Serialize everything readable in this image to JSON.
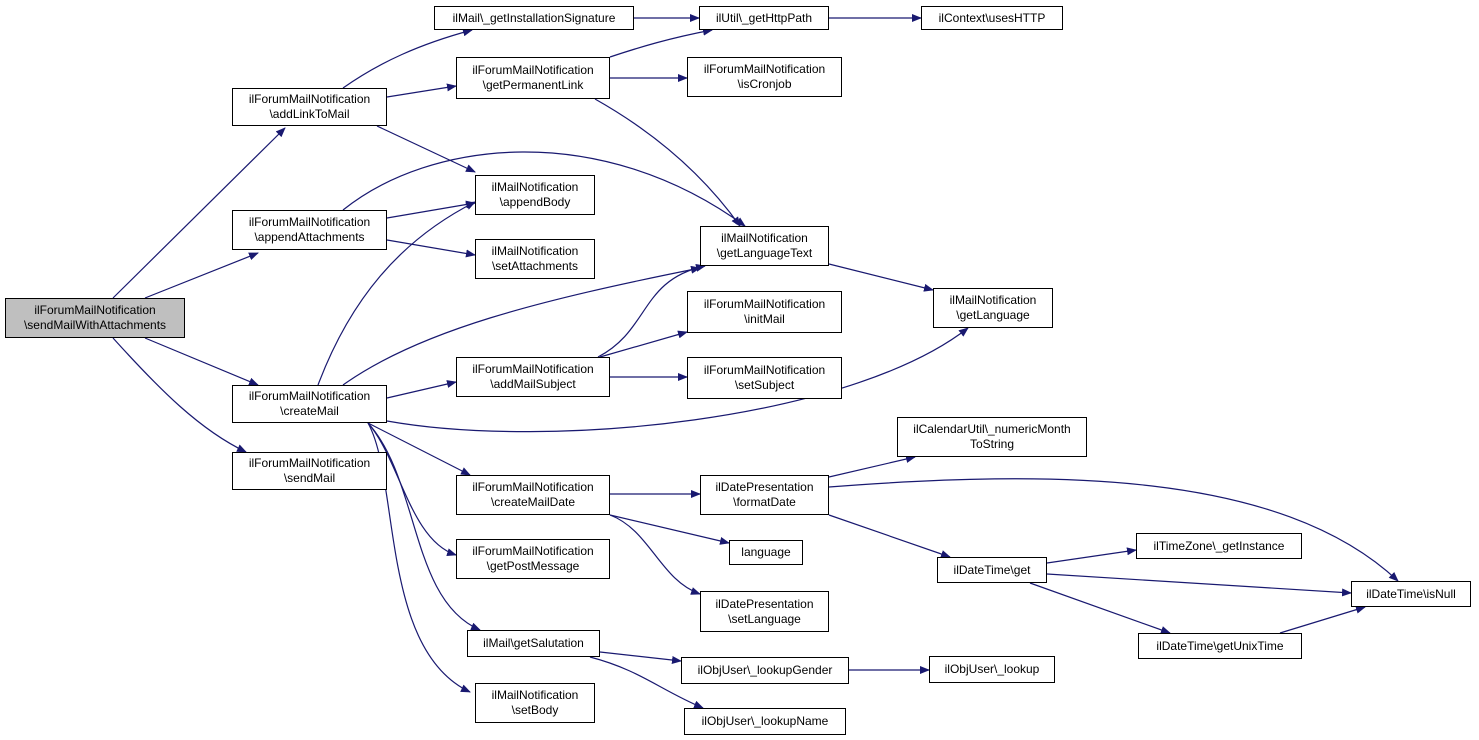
{
  "graph": {
    "nodes": [
      {
        "id": "root",
        "lines": [
          "ilForumMailNotification",
          "\\sendMailWithAttachments"
        ],
        "highlight": true
      },
      {
        "id": "addLinkToMail",
        "lines": [
          "ilForumMailNotification",
          "\\addLinkToMail"
        ]
      },
      {
        "id": "appendAttachments",
        "lines": [
          "ilForumMailNotification",
          "\\appendAttachments"
        ]
      },
      {
        "id": "createMail",
        "lines": [
          "ilForumMailNotification",
          "\\createMail"
        ]
      },
      {
        "id": "sendMail",
        "lines": [
          "ilForumMailNotification",
          "\\sendMail"
        ]
      },
      {
        "id": "getInstallationSignature",
        "lines": [
          "ilMail\\_getInstallationSignature"
        ]
      },
      {
        "id": "getPermanentLink",
        "lines": [
          "ilForumMailNotification",
          "\\getPermanentLink"
        ]
      },
      {
        "id": "appendBody",
        "lines": [
          "ilMailNotification",
          "\\appendBody"
        ]
      },
      {
        "id": "setAttachments",
        "lines": [
          "ilMailNotification",
          "\\setAttachments"
        ]
      },
      {
        "id": "addMailSubject",
        "lines": [
          "ilForumMailNotification",
          "\\addMailSubject"
        ]
      },
      {
        "id": "createMailDate",
        "lines": [
          "ilForumMailNotification",
          "\\createMailDate"
        ]
      },
      {
        "id": "getPostMessage",
        "lines": [
          "ilForumMailNotification",
          "\\getPostMessage"
        ]
      },
      {
        "id": "getSalutation",
        "lines": [
          "ilMail\\getSalutation"
        ]
      },
      {
        "id": "setBody",
        "lines": [
          "ilMailNotification",
          "\\setBody"
        ]
      },
      {
        "id": "getHttpPath",
        "lines": [
          "ilUtil\\_getHttpPath"
        ]
      },
      {
        "id": "isCronjob",
        "lines": [
          "ilForumMailNotification",
          "\\isCronjob"
        ]
      },
      {
        "id": "getLanguageText",
        "lines": [
          "ilMailNotification",
          "\\getLanguageText"
        ]
      },
      {
        "id": "initMail",
        "lines": [
          "ilForumMailNotification",
          "\\initMail"
        ]
      },
      {
        "id": "setSubject",
        "lines": [
          "ilForumMailNotification",
          "\\setSubject"
        ]
      },
      {
        "id": "formatDate",
        "lines": [
          "ilDatePresentation",
          "\\formatDate"
        ]
      },
      {
        "id": "language",
        "lines": [
          "language"
        ]
      },
      {
        "id": "setLanguage",
        "lines": [
          "ilDatePresentation",
          "\\setLanguage"
        ]
      },
      {
        "id": "lookupGender",
        "lines": [
          "ilObjUser\\_lookupGender"
        ]
      },
      {
        "id": "lookupName",
        "lines": [
          "ilObjUser\\_lookupName"
        ]
      },
      {
        "id": "usesHTTP",
        "lines": [
          "ilContext\\usesHTTP"
        ]
      },
      {
        "id": "getLanguage",
        "lines": [
          "ilMailNotification",
          "\\getLanguage"
        ]
      },
      {
        "id": "numericMonthToString",
        "lines": [
          "ilCalendarUtil\\_numericMonth",
          "ToString"
        ]
      },
      {
        "id": "dtGet",
        "lines": [
          "ilDateTime\\get"
        ]
      },
      {
        "id": "lookup",
        "lines": [
          "ilObjUser\\_lookup"
        ]
      },
      {
        "id": "getInstance",
        "lines": [
          "ilTimeZone\\_getInstance"
        ]
      },
      {
        "id": "getUnixTime",
        "lines": [
          "ilDateTime\\getUnixTime"
        ]
      },
      {
        "id": "isNull",
        "lines": [
          "ilDateTime\\isNull"
        ]
      }
    ],
    "edges": [
      [
        "root",
        "addLinkToMail"
      ],
      [
        "root",
        "appendAttachments"
      ],
      [
        "root",
        "createMail"
      ],
      [
        "root",
        "sendMail"
      ],
      [
        "addLinkToMail",
        "getInstallationSignature"
      ],
      [
        "addLinkToMail",
        "getPermanentLink"
      ],
      [
        "addLinkToMail",
        "appendBody"
      ],
      [
        "appendAttachments",
        "appendBody"
      ],
      [
        "appendAttachments",
        "setAttachments"
      ],
      [
        "appendAttachments",
        "getLanguageText"
      ],
      [
        "createMail",
        "appendBody"
      ],
      [
        "createMail",
        "getLanguageText"
      ],
      [
        "createMail",
        "addMailSubject"
      ],
      [
        "createMail",
        "getLanguage"
      ],
      [
        "createMail",
        "createMailDate"
      ],
      [
        "createMail",
        "getPostMessage"
      ],
      [
        "createMail",
        "getSalutation"
      ],
      [
        "createMail",
        "setBody"
      ],
      [
        "getInstallationSignature",
        "getHttpPath"
      ],
      [
        "getPermanentLink",
        "getHttpPath"
      ],
      [
        "getPermanentLink",
        "isCronjob"
      ],
      [
        "getPermanentLink",
        "getLanguageText"
      ],
      [
        "getHttpPath",
        "usesHTTP"
      ],
      [
        "getLanguageText",
        "getLanguage"
      ],
      [
        "addMailSubject",
        "getLanguageText"
      ],
      [
        "addMailSubject",
        "initMail"
      ],
      [
        "addMailSubject",
        "setSubject"
      ],
      [
        "createMailDate",
        "formatDate"
      ],
      [
        "createMailDate",
        "language"
      ],
      [
        "createMailDate",
        "setLanguage"
      ],
      [
        "formatDate",
        "numericMonthToString"
      ],
      [
        "formatDate",
        "isNull"
      ],
      [
        "formatDate",
        "dtGet"
      ],
      [
        "dtGet",
        "getInstance"
      ],
      [
        "dtGet",
        "isNull"
      ],
      [
        "dtGet",
        "getUnixTime"
      ],
      [
        "getUnixTime",
        "isNull"
      ],
      [
        "getSalutation",
        "lookupGender"
      ],
      [
        "getSalutation",
        "lookupName"
      ],
      [
        "lookupGender",
        "lookup"
      ]
    ],
    "colors": {
      "edge": "#191970",
      "node_border": "#000000",
      "root_fill": "#bfbfbf",
      "node_fill": "#ffffff"
    }
  }
}
